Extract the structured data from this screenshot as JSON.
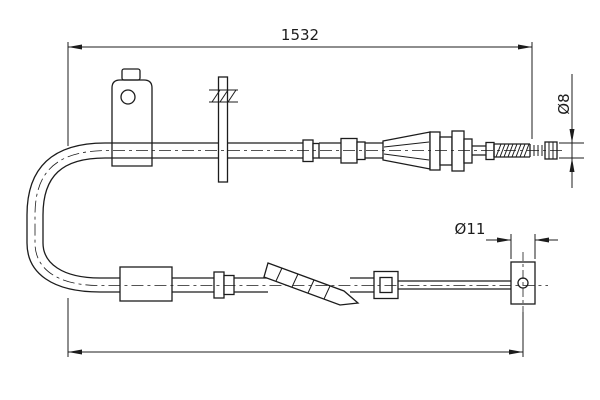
{
  "drawing": {
    "background_color": "#ffffff",
    "line_color": "#1c1c1c",
    "dimensions": {
      "overall_length": {
        "label": "1532"
      },
      "top_end_diameter": {
        "label": "Ø8"
      },
      "bottom_end_diameter": {
        "label": "Ø11"
      }
    }
  }
}
